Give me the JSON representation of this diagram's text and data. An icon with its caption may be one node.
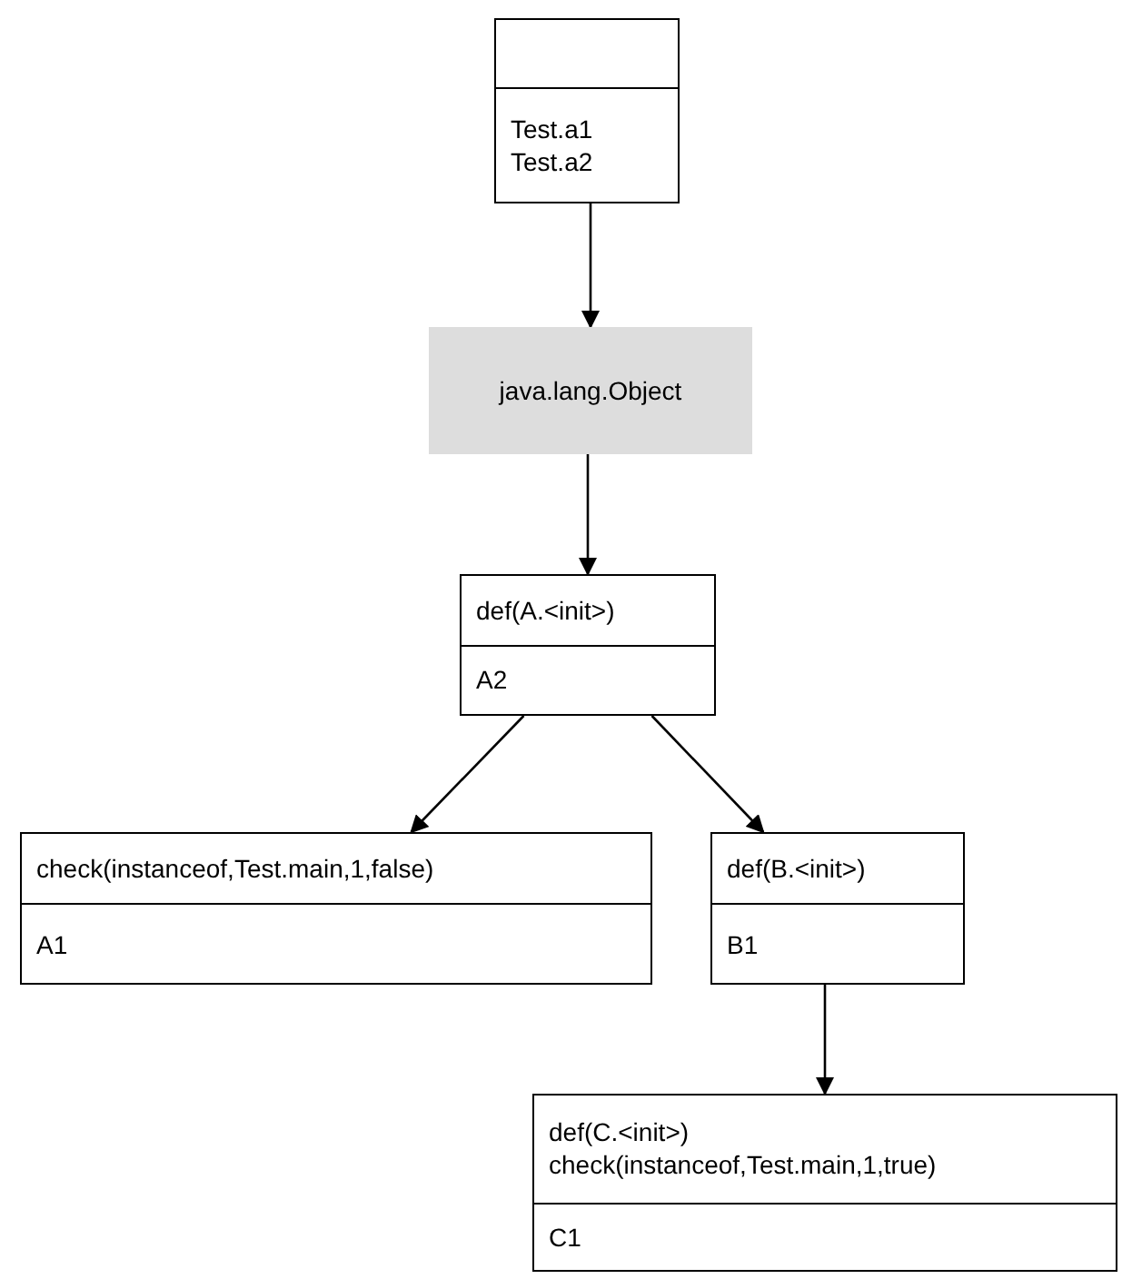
{
  "diagram": {
    "nodes": [
      {
        "text": [
          "Test.a1",
          "Test.a2"
        ]
      },
      {
        "text": [
          "java.lang.Object"
        ]
      },
      {
        "text": [
          "def(A.<init>)",
          "A2"
        ]
      },
      {
        "text": [
          "check(instanceof,Test.main,1,false)",
          "A1"
        ]
      },
      {
        "text": [
          "def(B.<init>)",
          "B1"
        ]
      },
      {
        "text": [
          "def(C.<init>)",
          "check(instanceof,Test.main,1,true)",
          "C1"
        ]
      }
    ],
    "edges": [
      {
        "from": 0,
        "to": 1,
        "arrow": "to"
      },
      {
        "from": 1,
        "to": 2,
        "arrow": "to"
      },
      {
        "from": 2,
        "to": 3,
        "arrow": "to"
      },
      {
        "from": 2,
        "to": 4,
        "arrow": "to"
      },
      {
        "from": 4,
        "to": 5,
        "arrow": "to"
      }
    ]
  }
}
